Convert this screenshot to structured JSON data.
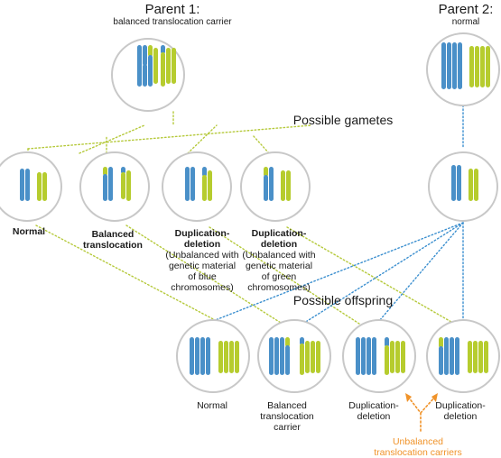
{
  "colors": {
    "blue": "#4a90c8",
    "green": "#b6cc2e",
    "orange": "#f0932a",
    "circle": "#c8c8c8",
    "dot_green": "#b5c93a",
    "dot_blue": "#3b8fcf"
  },
  "parent1": {
    "title": "Parent 1:",
    "subtitle": "balanced translocation carrier"
  },
  "parent2": {
    "title": "Parent 2:",
    "subtitle": "normal"
  },
  "sections": {
    "gametes": "Possible gametes",
    "offspring": "Possible offspring"
  },
  "gametes": [
    {
      "name": "Normal",
      "detail": ""
    },
    {
      "name": "Balanced translocation",
      "detail": ""
    },
    {
      "name": "Duplication-deletion",
      "detail": "(Unbalanced with genetic material of blue chromosomes)"
    },
    {
      "name": "Duplication-deletion",
      "detail": "(Unbalanced with genetic material of green chromosomes)"
    }
  ],
  "offspring": [
    {
      "label": "Normal"
    },
    {
      "label": "Balanced translocation carrier"
    },
    {
      "label": "Duplication-deletion"
    },
    {
      "label": "Duplication-deletion"
    }
  ],
  "unbalanced_note": "Unbalanced translocation carriers"
}
